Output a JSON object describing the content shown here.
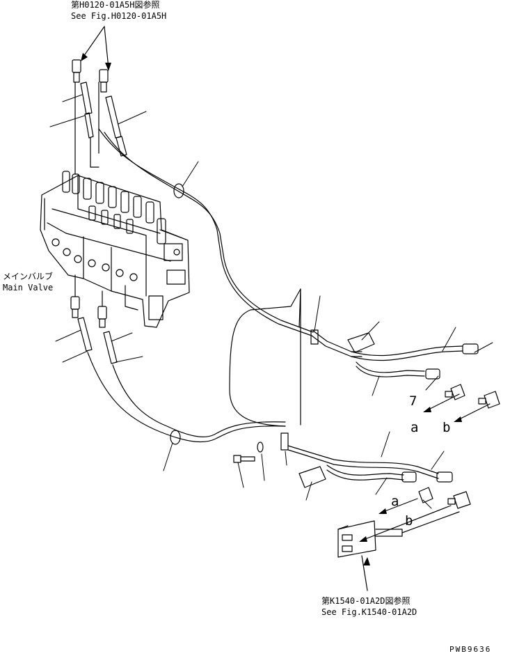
{
  "labels": {
    "ref_top_jp": "第H0120-01A5H図参照",
    "ref_top_en": "See Fig.H0120-01A5H",
    "main_valve_jp": "メインバルブ",
    "main_valve_en": "Main Valve",
    "part_7": "7",
    "letter_a_upper": "a",
    "letter_b_upper": "b",
    "letter_a_lower": "a",
    "letter_b_lower": "b",
    "ref_bottom_jp": "第K1540-01A2D図参照",
    "ref_bottom_en": "See Fig.K1540-01A2D",
    "drawing_no": "PWB9636"
  }
}
